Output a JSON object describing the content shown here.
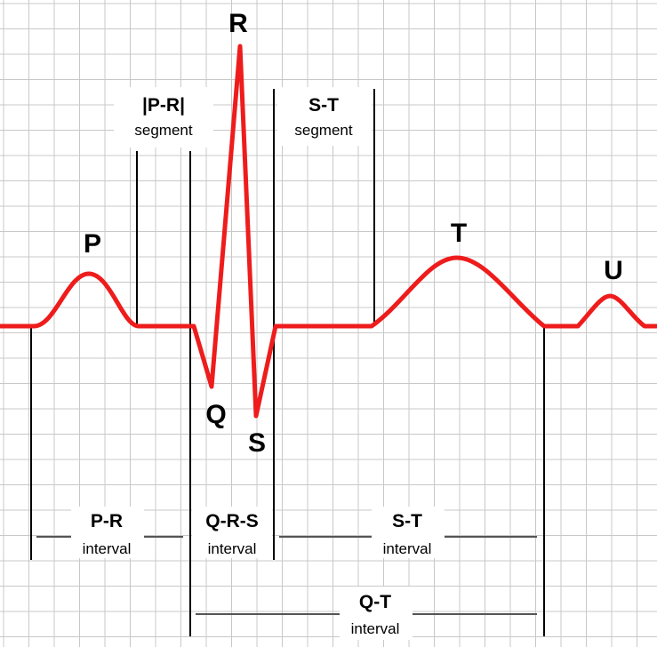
{
  "colors": {
    "grid": "#c8c8c8",
    "trace": "#ee1c1c",
    "marker": "#000000",
    "interval_bar": "#555555",
    "background": "#ffffff"
  },
  "waves": {
    "p": "P",
    "q": "Q",
    "r": "R",
    "s": "S",
    "t": "T",
    "u": "U"
  },
  "segments": {
    "pr": {
      "title": "|P-R|",
      "sub": "segment"
    },
    "st": {
      "title": "S-T",
      "sub": "segment"
    }
  },
  "intervals": {
    "pr": {
      "title": "P-R",
      "sub": "interval"
    },
    "qrs": {
      "title": "Q-R-S",
      "sub": "interval"
    },
    "st": {
      "title": "S-T",
      "sub": "interval"
    },
    "qt": {
      "title": "Q-T",
      "sub": "interval"
    }
  }
}
